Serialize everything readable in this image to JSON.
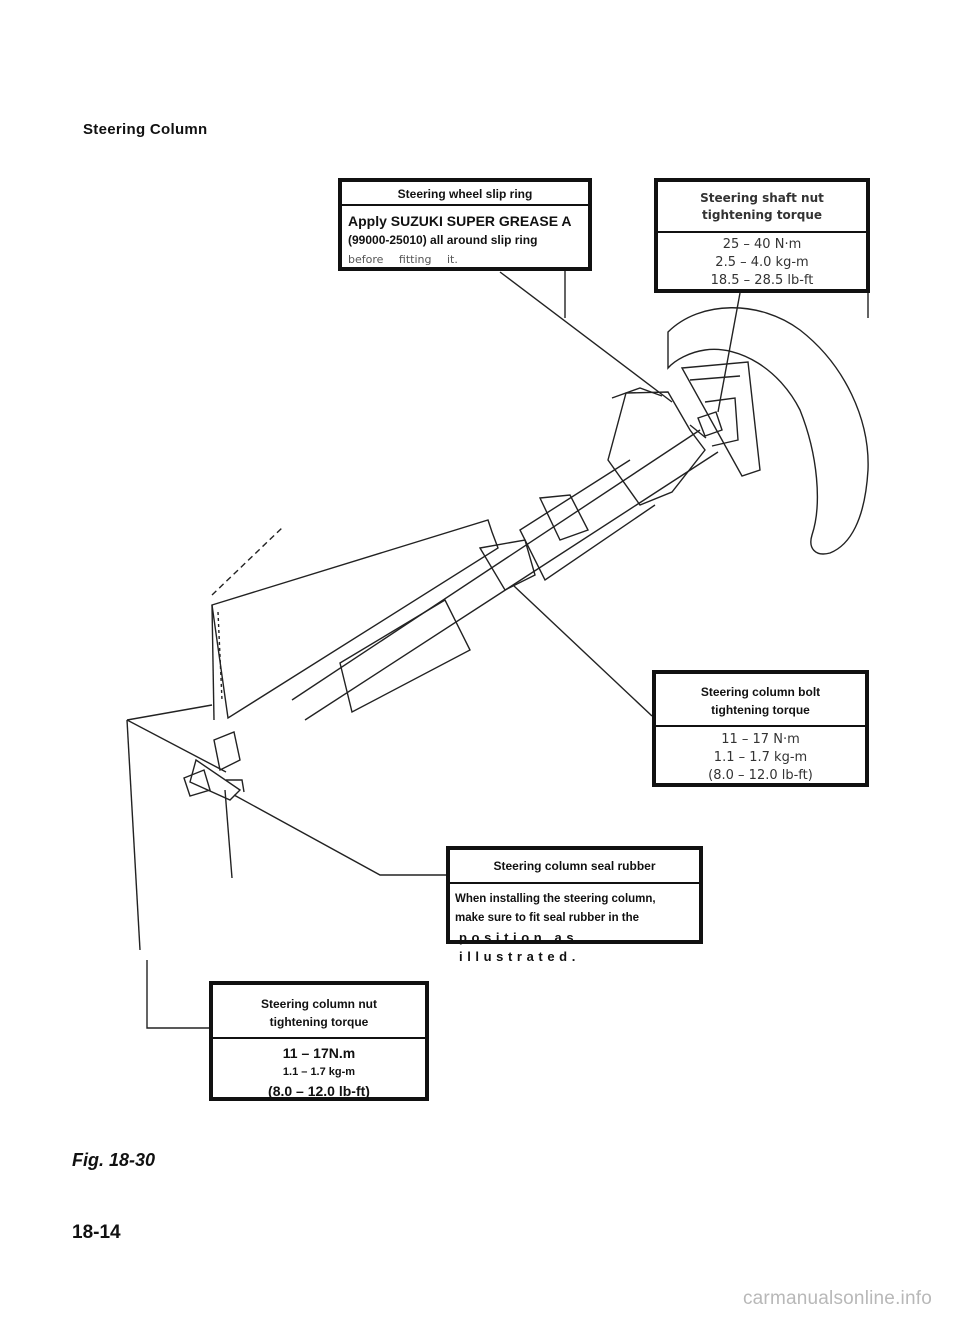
{
  "header": {
    "section_title": "Steering Column"
  },
  "figure": {
    "label": "Fig. 18-30"
  },
  "footer": {
    "page_number": "18-14",
    "watermark": "carmanualsonline.info"
  },
  "callouts": {
    "slip_ring": {
      "title": "Steering wheel slip ring",
      "lines": [
        "Apply SUZUKI SUPER GREASE A",
        "(99000-25010) all around slip ring",
        "before fitting it."
      ]
    },
    "shaft_nut": {
      "title_lines": [
        "Steering shaft nut",
        "tightening torque"
      ],
      "values": [
        "25 – 40 N·m",
        "2.5 – 4.0 kg-m",
        "18.5 – 28.5 lb-ft"
      ]
    },
    "column_bolt": {
      "title_lines": [
        "Steering column bolt",
        "tightening torque"
      ],
      "values": [
        "11 – 17 N·m",
        "1.1 – 1.7 kg-m",
        "(8.0 – 12.0 lb-ft)"
      ]
    },
    "seal_rubber": {
      "title": "Steering column seal rubber",
      "lines": [
        "When installing the steering column,",
        "make sure to fit seal rubber in the",
        "position as illustrated."
      ]
    },
    "column_nut": {
      "title_lines": [
        "Steering column nut",
        "tightening torque"
      ],
      "values": [
        "11 – 17N.m",
        "1.1 – 1.7   kg-m",
        "(8.0 – 12.0 lb-ft)"
      ]
    }
  }
}
